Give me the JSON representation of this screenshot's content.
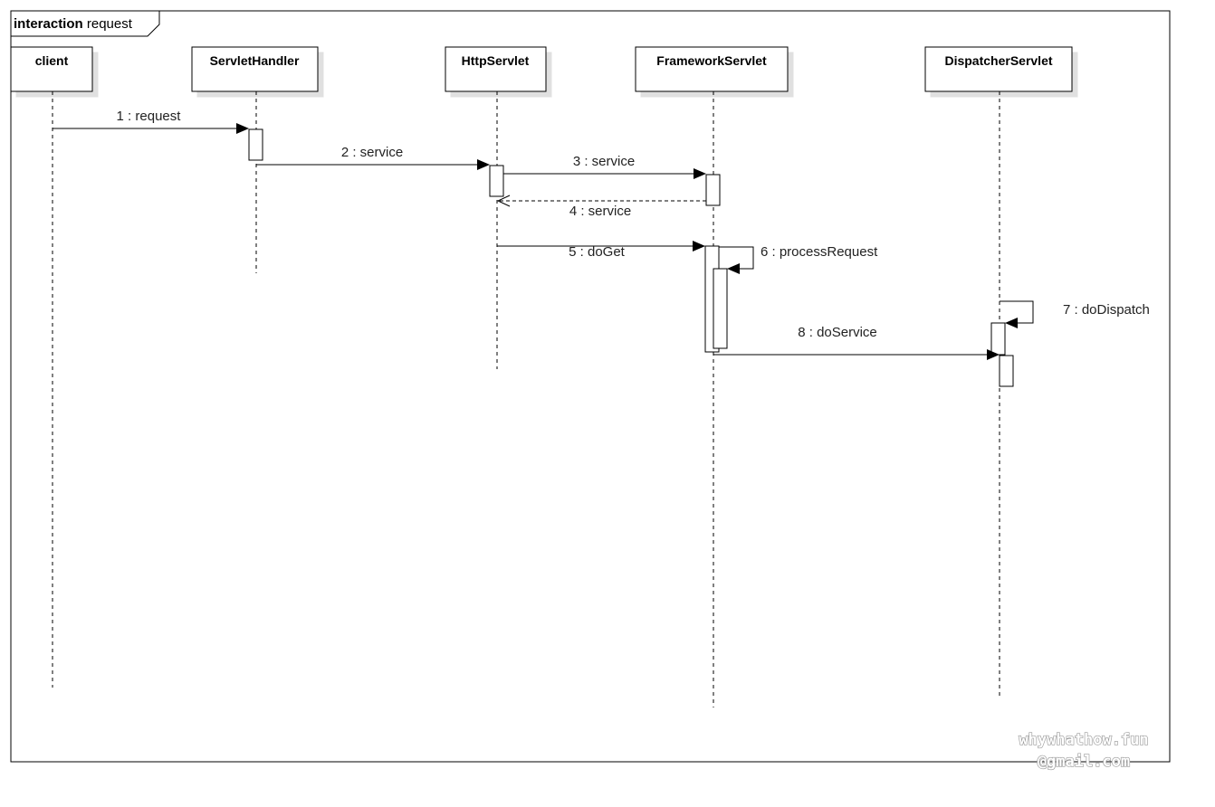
{
  "frame": {
    "keyword": "interaction",
    "name": "request"
  },
  "lifelines": [
    {
      "id": "client",
      "name": "client"
    },
    {
      "id": "servlethandler",
      "name": "ServletHandler"
    },
    {
      "id": "httpservlet",
      "name": "HttpServlet"
    },
    {
      "id": "frameworkservlet",
      "name": "FrameworkServlet"
    },
    {
      "id": "dispatcherservlet",
      "name": "DispatcherServlet"
    }
  ],
  "messages": [
    {
      "label": "1 : request",
      "from": "client",
      "to": "servlethandler",
      "kind": "sync"
    },
    {
      "label": "2 : service",
      "from": "servlethandler",
      "to": "httpservlet",
      "kind": "sync"
    },
    {
      "label": "3 : service",
      "from": "httpservlet",
      "to": "frameworkservlet",
      "kind": "sync"
    },
    {
      "label": "4 : service",
      "from": "frameworkservlet",
      "to": "httpservlet",
      "kind": "return"
    },
    {
      "label": "5 : doGet",
      "from": "httpservlet",
      "to": "frameworkservlet",
      "kind": "sync"
    },
    {
      "label": "6 : processRequest",
      "from": "frameworkservlet",
      "to": "frameworkservlet",
      "kind": "self"
    },
    {
      "label": "7 : doDispatch",
      "from": "dispatcherservlet",
      "to": "dispatcherservlet",
      "kind": "self"
    },
    {
      "label": "8 : doService",
      "from": "frameworkservlet",
      "to": "dispatcherservlet",
      "kind": "sync"
    }
  ],
  "watermark": {
    "line1": "whywhathow.fun",
    "line2": "@gmail.com"
  }
}
